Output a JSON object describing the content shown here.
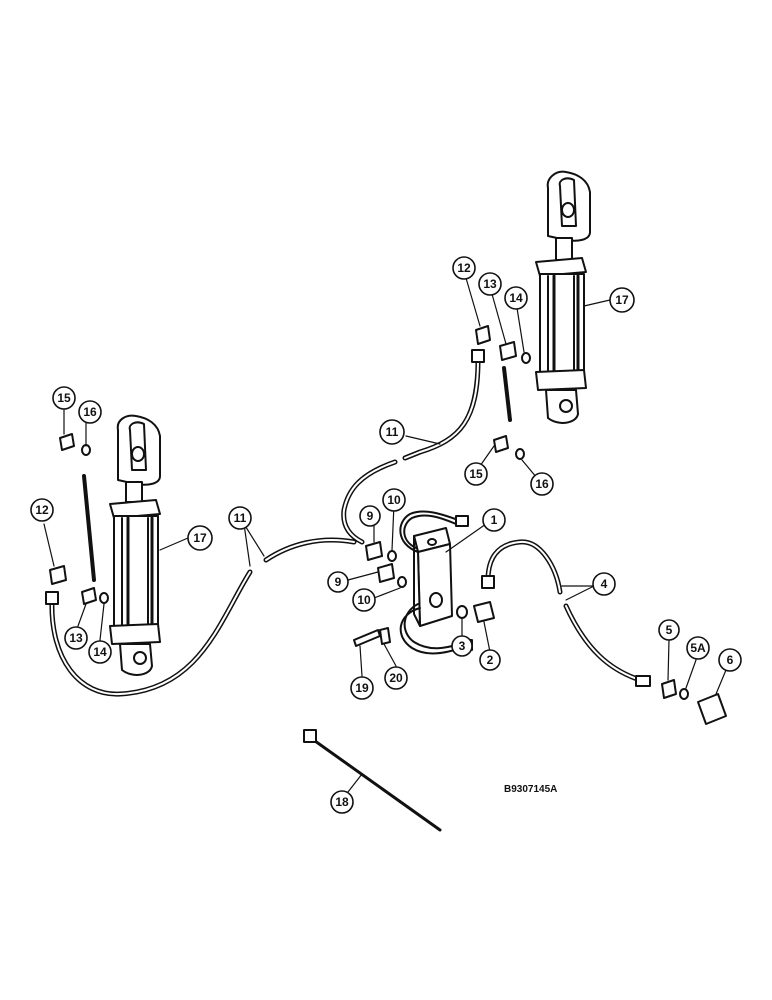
{
  "reference_code": "B9307145A",
  "callouts": [
    {
      "id": "c-12-right",
      "label": "12"
    },
    {
      "id": "c-13-right",
      "label": "13"
    },
    {
      "id": "c-14-right",
      "label": "14"
    },
    {
      "id": "c-17-right",
      "label": "17"
    },
    {
      "id": "c-11-right",
      "label": "11"
    },
    {
      "id": "c-15-right",
      "label": "15"
    },
    {
      "id": "c-16-right",
      "label": "16"
    },
    {
      "id": "c-15-left",
      "label": "15"
    },
    {
      "id": "c-16-left",
      "label": "16"
    },
    {
      "id": "c-12-left",
      "label": "12"
    },
    {
      "id": "c-17-left",
      "label": "17"
    },
    {
      "id": "c-11-left",
      "label": "11"
    },
    {
      "id": "c-13-left",
      "label": "13"
    },
    {
      "id": "c-14-left",
      "label": "14"
    },
    {
      "id": "c-9-top",
      "label": "9"
    },
    {
      "id": "c-10-top",
      "label": "10"
    },
    {
      "id": "c-9-bottom",
      "label": "9"
    },
    {
      "id": "c-10-bottom",
      "label": "10"
    },
    {
      "id": "c-1",
      "label": "1"
    },
    {
      "id": "c-4",
      "label": "4"
    },
    {
      "id": "c-3",
      "label": "3"
    },
    {
      "id": "c-2",
      "label": "2"
    },
    {
      "id": "c-5",
      "label": "5"
    },
    {
      "id": "c-5a",
      "label": "5A"
    },
    {
      "id": "c-6",
      "label": "6"
    },
    {
      "id": "c-19",
      "label": "19"
    },
    {
      "id": "c-20",
      "label": "20"
    },
    {
      "id": "c-18",
      "label": "18"
    }
  ]
}
